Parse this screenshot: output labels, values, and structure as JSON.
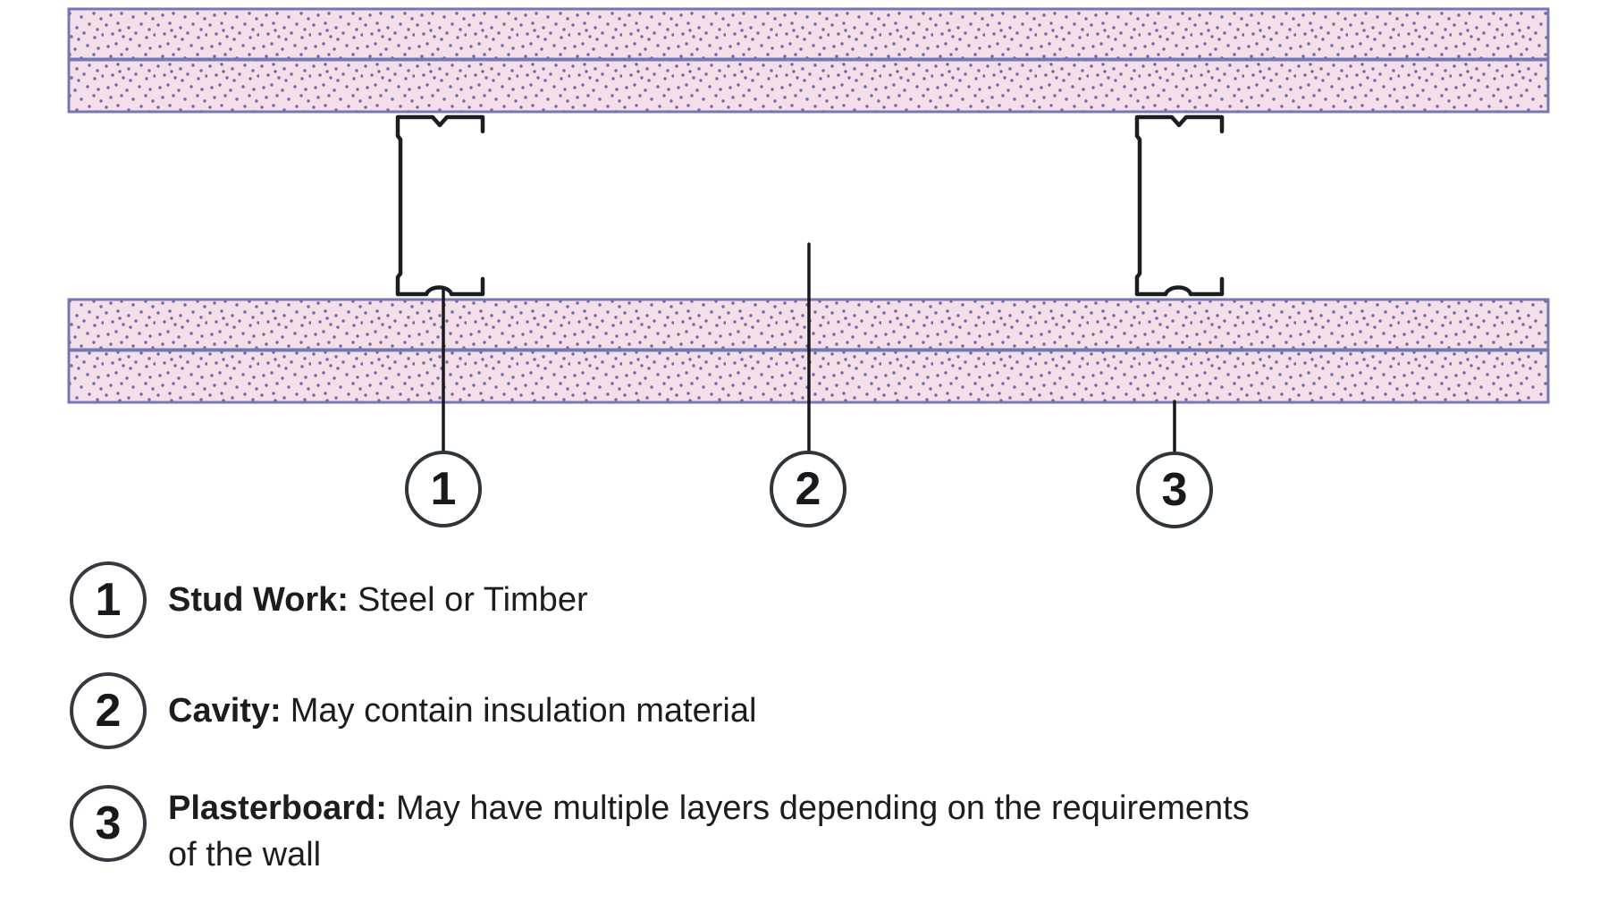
{
  "diagram": {
    "callouts": [
      {
        "number": "1"
      },
      {
        "number": "2"
      },
      {
        "number": "3"
      }
    ],
    "colors": {
      "plasterboard_fill": "#f4dee8",
      "plasterboard_border": "#7678b6",
      "plasterboard_speckle": "#6a6aac",
      "stud_line": "#1a1d21",
      "callout_ring": "#2e353b",
      "text": "#1b1d1f"
    }
  },
  "legend": {
    "items": [
      {
        "number": "1",
        "term": "Stud Work:",
        "description": "Steel or Timber",
        "description_line2": ""
      },
      {
        "number": "2",
        "term": "Cavity:",
        "description": "May contain insulation material",
        "description_line2": ""
      },
      {
        "number": "3",
        "term": "Plasterboard:",
        "description": "May have multiple layers depending on the requirements",
        "description_line2": "of the wall"
      }
    ]
  }
}
